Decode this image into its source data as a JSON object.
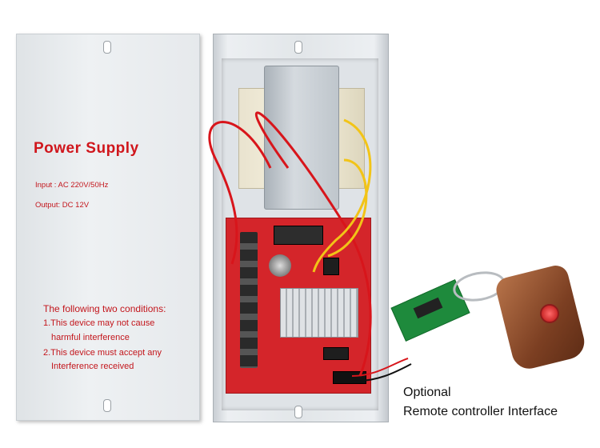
{
  "cover": {
    "title": "Power Supply",
    "input": "Input :  AC 220V/50Hz",
    "output": "Output: DC 12V",
    "conditions_heading": "The following two conditions:",
    "condition_1_line1": "1.This device may not cause",
    "condition_1_line2": "harmful  interference",
    "condition_2_line1": "2.This device must accept any",
    "condition_2_line2": "Interference  received"
  },
  "caption": {
    "line1": "Optional",
    "line2": "Remote controller Interface"
  },
  "colors": {
    "cover_text": "#d0161c",
    "pcb": "#d4252a",
    "remote_board": "#1e8a3c",
    "key_fob": "#7c3f22"
  }
}
